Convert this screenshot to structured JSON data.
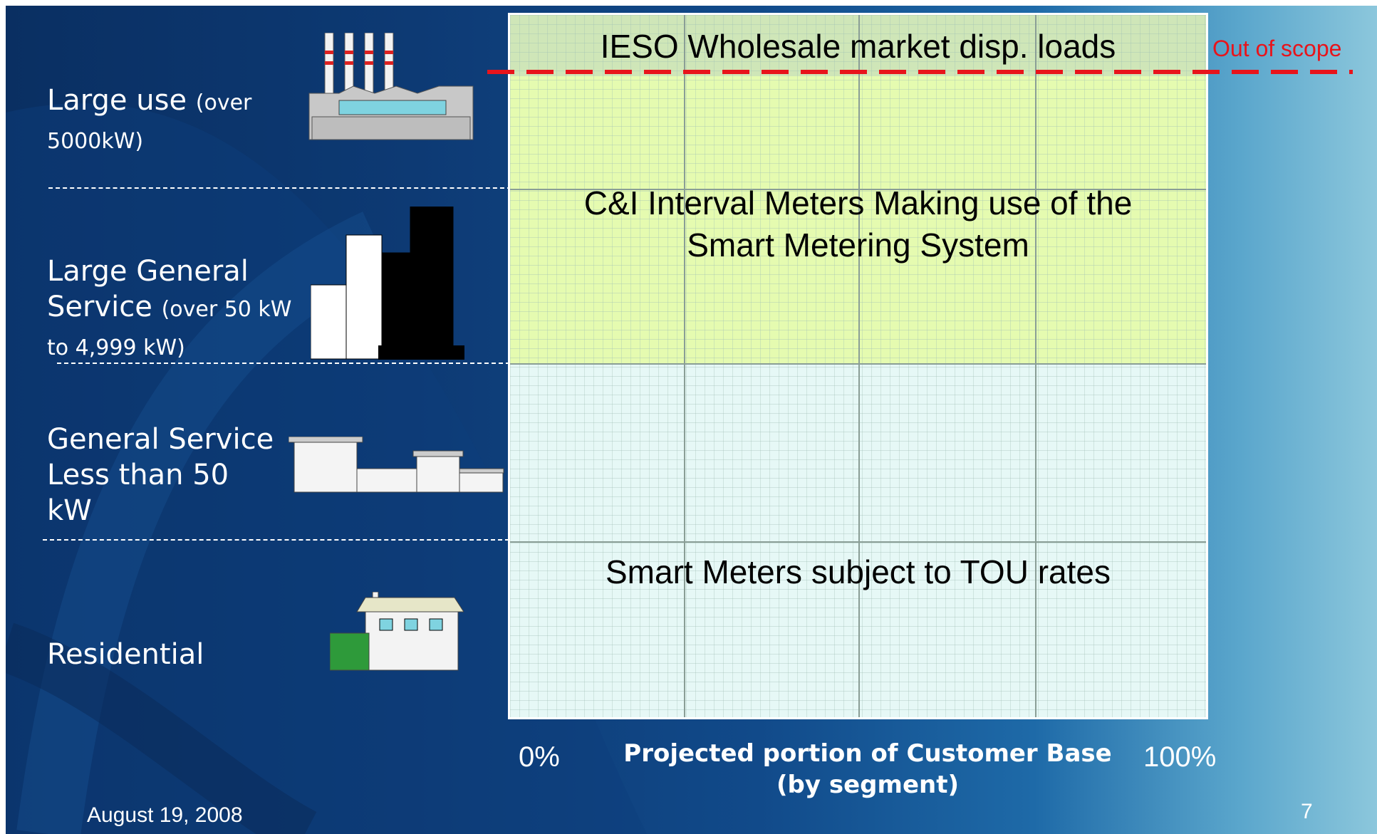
{
  "segments": [
    {
      "name": "Large use",
      "detail": "(over 5000kW)"
    },
    {
      "name": "Large General Service",
      "detail": "(over 50 kW to 4,999 kW)"
    },
    {
      "name": "General Service Less than 50 kW"
    },
    {
      "name": "Residential"
    }
  ],
  "zones": {
    "wholesale": "IESO Wholesale market disp. loads",
    "interval_line1": "C&I Interval Meters Making use of the",
    "interval_line2": "Smart Metering System",
    "smart": "Smart Meters subject to TOU rates"
  },
  "out_of_scope": "Out of scope",
  "axis": {
    "min_label": "0%",
    "max_label": "100%",
    "title_line1": "Projected portion of Customer Base",
    "title_line2": "(by segment)"
  },
  "footer": {
    "date": "August 19, 2008",
    "page": "7"
  },
  "colors": {
    "wholesale": "#cfe6b8",
    "interval": "#e5fbb0",
    "smart": "#e6f8f6",
    "scope_line": "#e8141b"
  }
}
